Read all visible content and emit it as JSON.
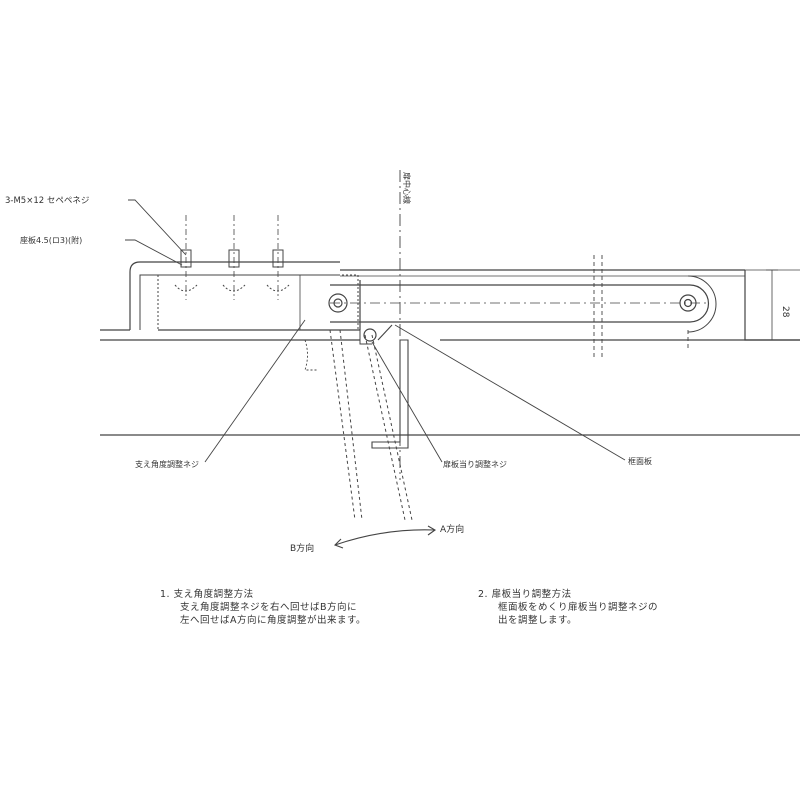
{
  "labels": {
    "screw_spec": "3-M5×12 セペペネジ",
    "washer_plate": "座板4.5(ロ3)(附)",
    "centerline": "扉中心線",
    "support_screw": "支え角度調整ネジ",
    "door_screw": "扉板当り調整ネジ",
    "frame": "框面板",
    "dimension": "28",
    "dir_b": "B方向",
    "dir_a": "A方向"
  },
  "notes": {
    "note1": {
      "title": "1. 支え角度調整方法",
      "line1": "支え角度調整ネジを右へ回せばB方向に",
      "line2": "左へ回せばA方向に角度調整が出来ます。"
    },
    "note2": {
      "title": "2. 扉板当り調整方法",
      "line1": "框面板をめくり扉板当り調整ネジの",
      "line2": "出を調整します。"
    }
  }
}
